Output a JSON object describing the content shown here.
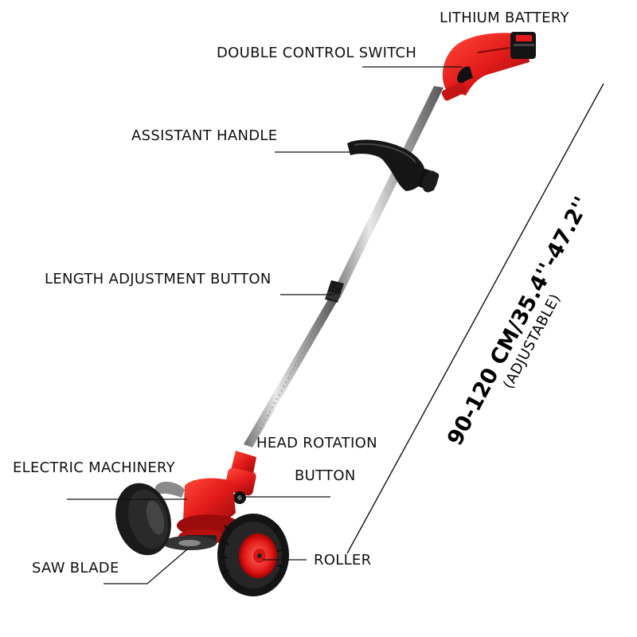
{
  "callouts": {
    "lithium_battery": "LITHIUM BATTERY",
    "double_control_switch": "DOUBLE CONTROL SWITCH",
    "assistant_handle": "ASSISTANT HANDLE",
    "length_adjustment_button": "LENGTH  ADJUSTMENT BUTTON",
    "head_rotation_line1": "HEAD ROTATION",
    "head_rotation_line2": "BUTTON",
    "electric_machinery": "ELECTRIC MACHINERY",
    "saw_blade": "SAW BLADE",
    "roller": "ROLLER"
  },
  "dimension": {
    "main": "90-120 CM/35.4''-47.2''",
    "sub": "(ADJUSTABLE)"
  },
  "colors": {
    "body_red": "#e31b1b",
    "dark_red": "#a80d0d",
    "tire_black": "#1a1a1a",
    "shaft_silver": "#b8b8b8"
  }
}
